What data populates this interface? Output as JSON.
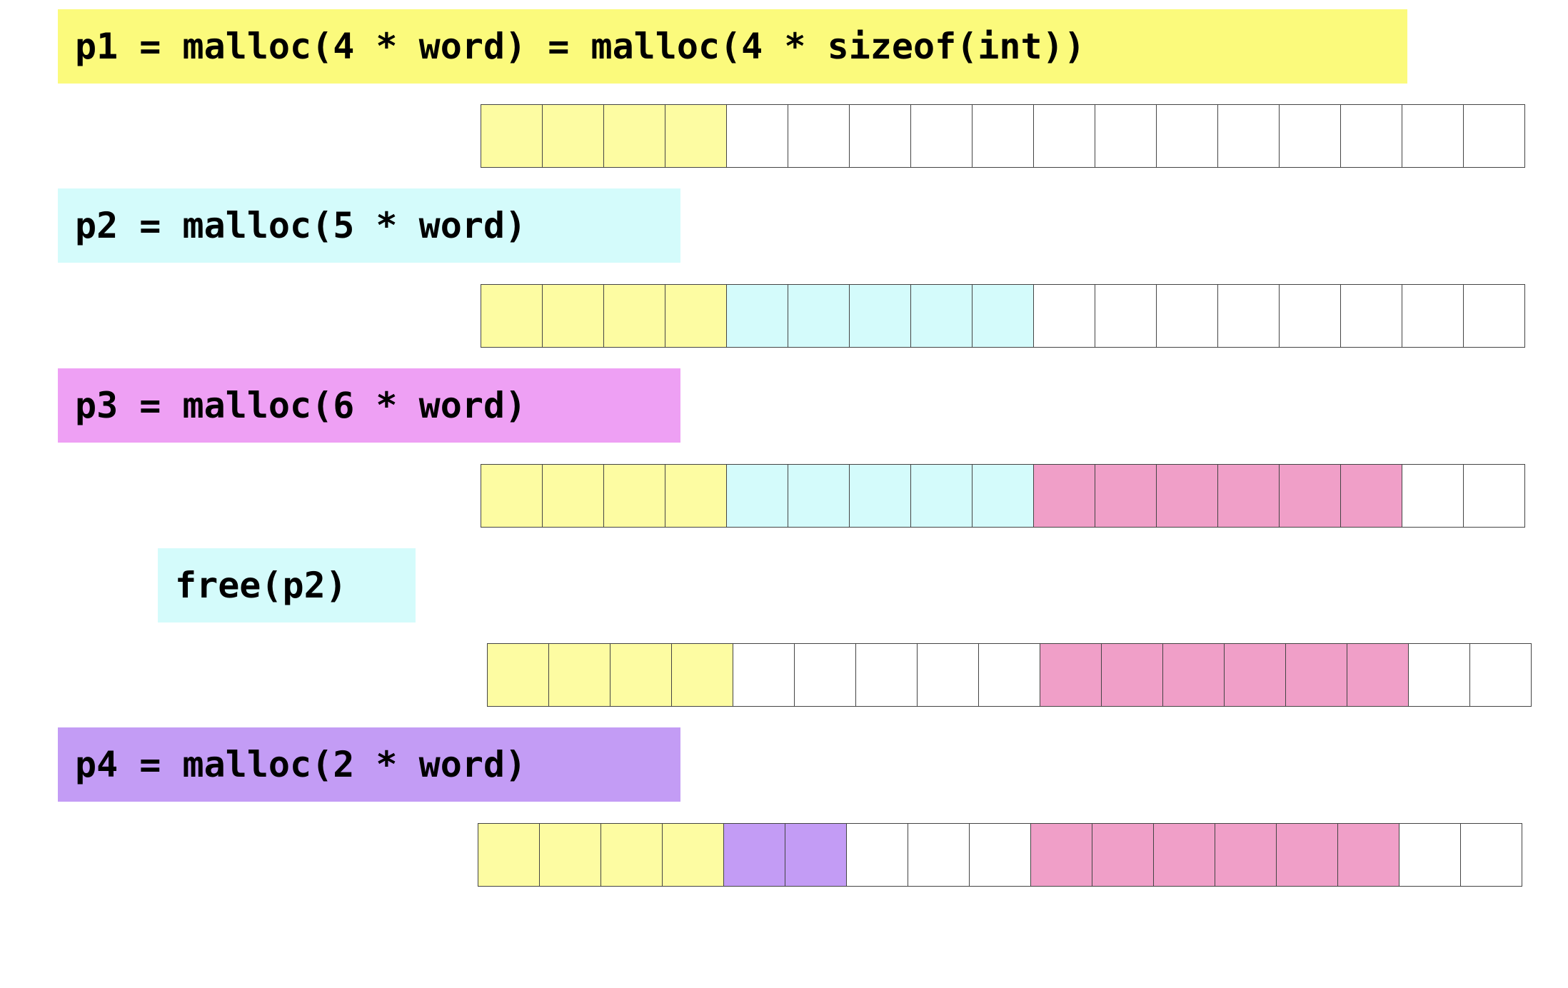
{
  "colors": {
    "p1": "#fdfca2",
    "p2": "#d4fbfb",
    "p3": "#f09fc8",
    "p4": "#c39cf5",
    "free": "#ffffff",
    "label_p1": "#fbfa7c",
    "label_p2": "#d4fbfb",
    "label_p3": "#eea0f4",
    "label_free": "#d4fbfb",
    "label_p4": "#c39cf5"
  },
  "steps": [
    {
      "id": "p1",
      "label": "p1 = malloc(4 * word) = malloc(4 * sizeof(int))",
      "label_color_key": "label_p1",
      "cells": [
        "p1",
        "p1",
        "p1",
        "p1",
        "free",
        "free",
        "free",
        "free",
        "free",
        "free",
        "free",
        "free",
        "free",
        "free",
        "free",
        "free",
        "free"
      ]
    },
    {
      "id": "p2",
      "label": "p2 = malloc(5 * word)",
      "label_color_key": "label_p2",
      "cells": [
        "p1",
        "p1",
        "p1",
        "p1",
        "p2",
        "p2",
        "p2",
        "p2",
        "p2",
        "free",
        "free",
        "free",
        "free",
        "free",
        "free",
        "free",
        "free"
      ]
    },
    {
      "id": "p3",
      "label": "p3 = malloc(6 * word)",
      "label_color_key": "label_p3",
      "cells": [
        "p1",
        "p1",
        "p1",
        "p1",
        "p2",
        "p2",
        "p2",
        "p2",
        "p2",
        "p3",
        "p3",
        "p3",
        "p3",
        "p3",
        "p3",
        "free",
        "free"
      ]
    },
    {
      "id": "free-p2",
      "label": "free(p2)",
      "label_color_key": "label_free",
      "cells": [
        "p1",
        "p1",
        "p1",
        "p1",
        "free",
        "free",
        "free",
        "free",
        "free",
        "p3",
        "p3",
        "p3",
        "p3",
        "p3",
        "p3",
        "free",
        "free"
      ]
    },
    {
      "id": "p4",
      "label": "p4 = malloc(2 * word)",
      "label_color_key": "label_p4",
      "cells": [
        "p1",
        "p1",
        "p1",
        "p1",
        "p4",
        "p4",
        "free",
        "free",
        "free",
        "p3",
        "p3",
        "p3",
        "p3",
        "p3",
        "p3",
        "free",
        "free"
      ]
    }
  ]
}
